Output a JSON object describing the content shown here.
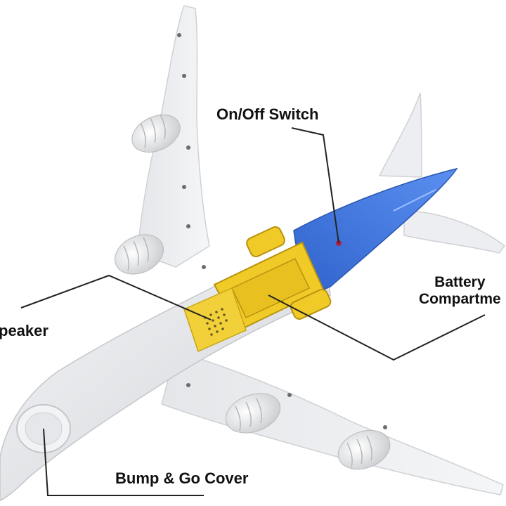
{
  "image": {
    "subject": "toy airplane underside with labeled parts",
    "background": "#ffffff",
    "colors": {
      "fuselage_white": "#ecedef",
      "fuselage_shadow": "#c9cbcf",
      "tail_blue": "#3a6fd8",
      "yellow_part": "#f0cb28",
      "yellow_shadow": "#c9a414",
      "callout_line": "#222222",
      "label_text": "#111111"
    }
  },
  "labels": {
    "on_off_switch": "On/Off Switch",
    "battery_line1": "Battery",
    "battery_line2": "Compartme",
    "speaker": "peaker",
    "bump_go_cover": "Bump & Go Cover"
  }
}
